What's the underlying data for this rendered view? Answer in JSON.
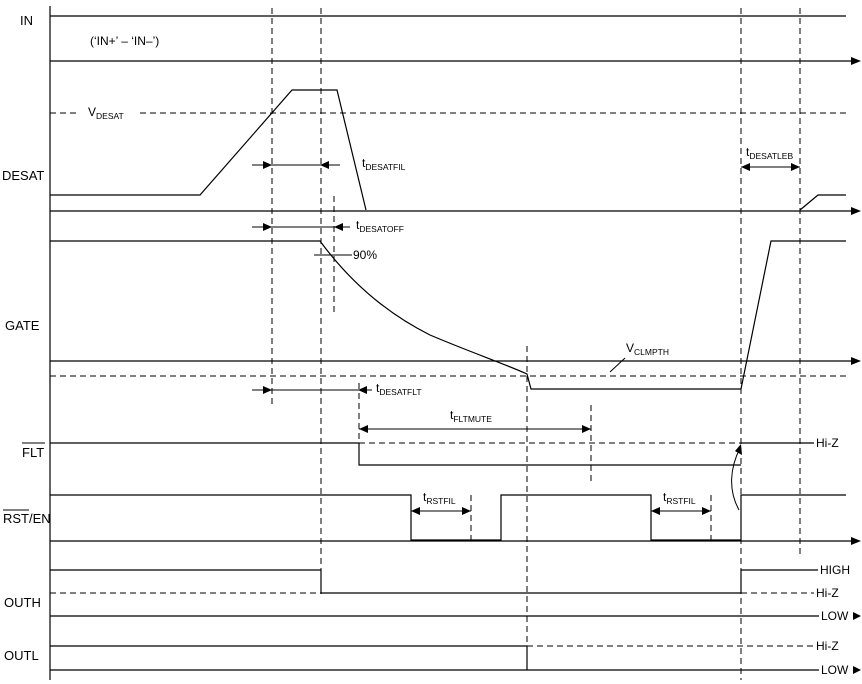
{
  "signals": {
    "in": "IN",
    "desat": "DESAT",
    "gate": "GATE",
    "flt": "FLT",
    "rst_en_bar": "RST",
    "rst_en_suffix": "/EN",
    "outh": "OUTH",
    "outl": "OUTL"
  },
  "annotations": {
    "in_expr": "(‘IN+’ – ‘IN–’)",
    "vdesat_main": "V",
    "vdesat_sub": "DESAT",
    "tdesatfil_main": "t",
    "tdesatfil_sub": "DESATFIL",
    "tdesatleb_main": "t",
    "tdesatleb_sub": "DESATLEB",
    "tdesatoff_main": "t",
    "tdesatoff_sub": "DESATOFF",
    "pct90": "90%",
    "vclmpth_main": "V",
    "vclmpth_sub": "CLMPTH",
    "tdesatflt_main": "t",
    "tdesatflt_sub": "DESATFLT",
    "tfltmute_main": "t",
    "tfltmute_sub": "FLTMUTE",
    "trstfil1_main": "t",
    "trstfil1_sub": "RSTFIL",
    "trstfil2_main": "t",
    "trstfil2_sub": "RSTFIL"
  },
  "state_labels": {
    "flt_hiz": "Hi-Z",
    "outh_high": "HIGH",
    "outh_hiz": "Hi-Z",
    "outh_low": "LOW",
    "outl_hiz": "Hi-Z",
    "outl_low": "LOW"
  }
}
